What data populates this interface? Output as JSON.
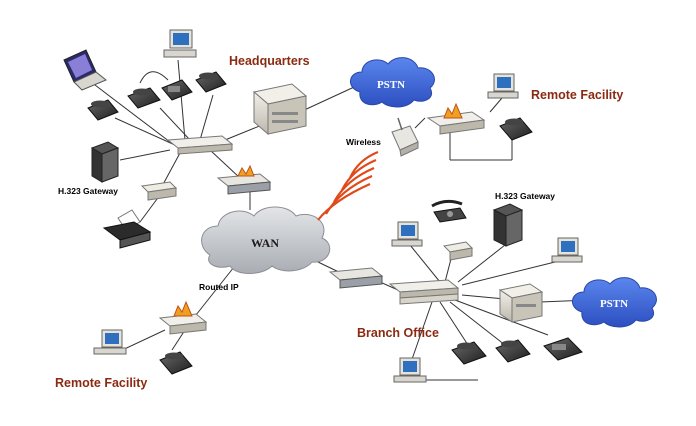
{
  "colors": {
    "site_label": "#8b2a12",
    "pstn_cloud": "#3a66d6",
    "wan_cloud": "#c9ccd1",
    "wireless_waves": "#e04a1a",
    "firewall": "#f0a020",
    "link": "#333333"
  },
  "labels": {
    "headquarters": "Headquarters",
    "remote_facility_top": "Remote Facility",
    "remote_facility_bottom": "Remote Facility",
    "branch_office": "Branch Office",
    "h323_gateway_hq": "H.323 Gateway",
    "h323_gateway_branch": "H.323 Gateway",
    "wireless": "Wireless",
    "routed_ip": "Routed IP",
    "wan": "WAN",
    "pstn_top": "PSTN",
    "pstn_bottom": "PSTN"
  },
  "icons": [
    "computer-icon",
    "ip-phone-icon",
    "laptop-icon",
    "switch-icon",
    "router-icon",
    "server-icon",
    "gateway-icon",
    "printer-icon",
    "firewall-icon",
    "wireless-access-point-icon",
    "analog-phone-icon",
    "cloud-icon"
  ]
}
